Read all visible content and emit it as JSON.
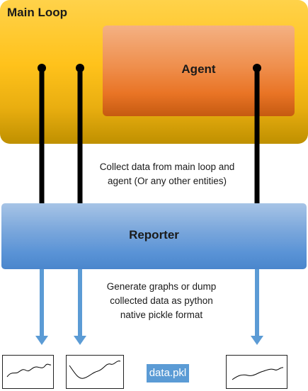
{
  "main_loop": {
    "label": "Main Loop"
  },
  "agent": {
    "label": "Agent"
  },
  "reporter": {
    "label": "Reporter"
  },
  "notes": {
    "collect": "Collect data from main loop and\nagent (Or any other entities)",
    "generate": "Generate graphs or dump\ncollected data as python\nnative pickle format"
  },
  "output_file": {
    "label": "data.pkl"
  },
  "colors": {
    "main_loop": "#ffc21b",
    "agent": "#ed7d31",
    "reporter": "#5b9bd5",
    "arrow": "#5b9bd5",
    "line": "#000000"
  }
}
